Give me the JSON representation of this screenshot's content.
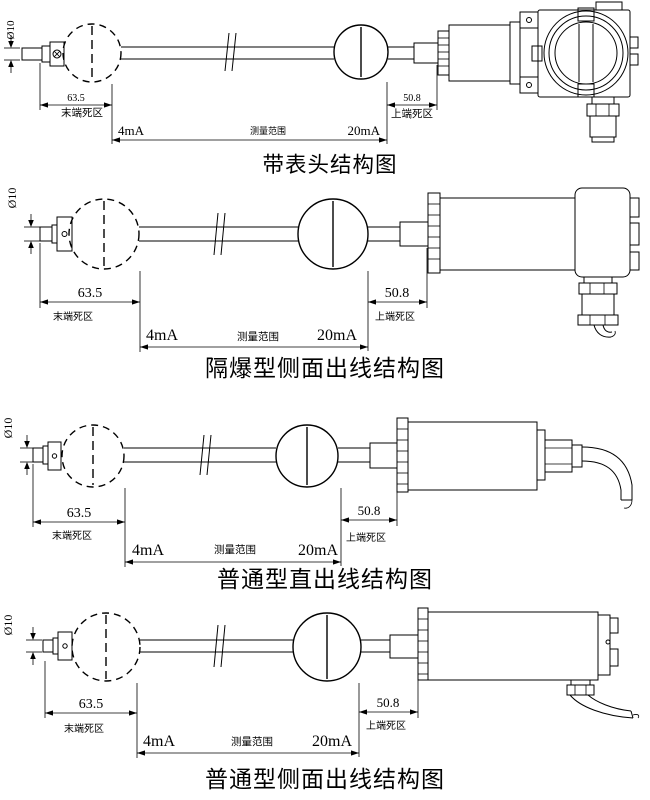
{
  "page": {
    "background": "#ffffff",
    "ink": "#000000"
  },
  "diagrams": [
    {
      "caption": "带表头结构图",
      "labels": {
        "diameter": "Ø10",
        "end_dead_value": "63.5",
        "end_dead_label": "末端死区",
        "low_current": "4mA",
        "range": "测量范围",
        "high_current": "20mA",
        "top_dead_value": "50.8",
        "top_dead_label": "上端死区"
      }
    },
    {
      "caption": "隔爆型侧面出线结构图",
      "labels": {
        "diameter": "Ø10",
        "end_dead_value": "63.5",
        "end_dead_label": "末端死区",
        "low_current": "4mA",
        "range": "测量范围",
        "high_current": "20mA",
        "top_dead_value": "50.8",
        "top_dead_label": "上端死区"
      }
    },
    {
      "caption": "普通型直出线结构图",
      "labels": {
        "diameter": "Ø10",
        "end_dead_value": "63.5",
        "end_dead_label": "末端死区",
        "low_current": "4mA",
        "range": "测量范围",
        "high_current": "20mA",
        "top_dead_value": "50.8",
        "top_dead_label": "上端死区"
      }
    },
    {
      "caption": "普通型侧面出线结构图",
      "labels": {
        "diameter": "Ø10",
        "end_dead_value": "63.5",
        "end_dead_label": "末端死区",
        "low_current": "4mA",
        "range": "测量范围",
        "high_current": "20mA",
        "top_dead_value": "50.8",
        "top_dead_label": "上端死区"
      }
    }
  ]
}
